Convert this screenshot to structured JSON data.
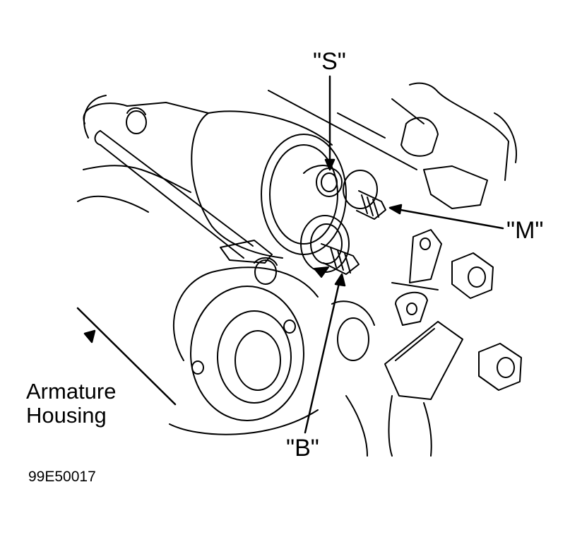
{
  "figure": {
    "callouts": {
      "s_terminal": "\"S\"",
      "m_terminal": "\"M\"",
      "b_terminal": "\"B\"",
      "armature_line1": "Armature",
      "armature_line2": "Housing"
    },
    "figure_id": "99E50017"
  },
  "colors": {
    "ink": "#000000",
    "paper": "#ffffff"
  }
}
